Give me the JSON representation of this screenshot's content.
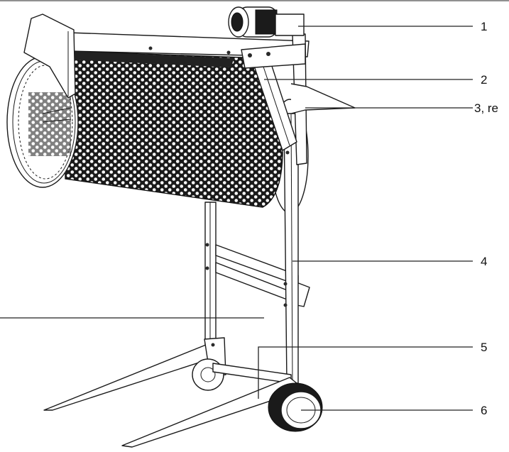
{
  "diagram": {
    "callouts": [
      {
        "id": "1",
        "label": "1"
      },
      {
        "id": "2",
        "label": "2"
      },
      {
        "id": "3",
        "label": "3, re"
      },
      {
        "id": "4",
        "label": "4"
      },
      {
        "id": "5",
        "label": "5"
      },
      {
        "id": "6",
        "label": "6"
      }
    ]
  }
}
